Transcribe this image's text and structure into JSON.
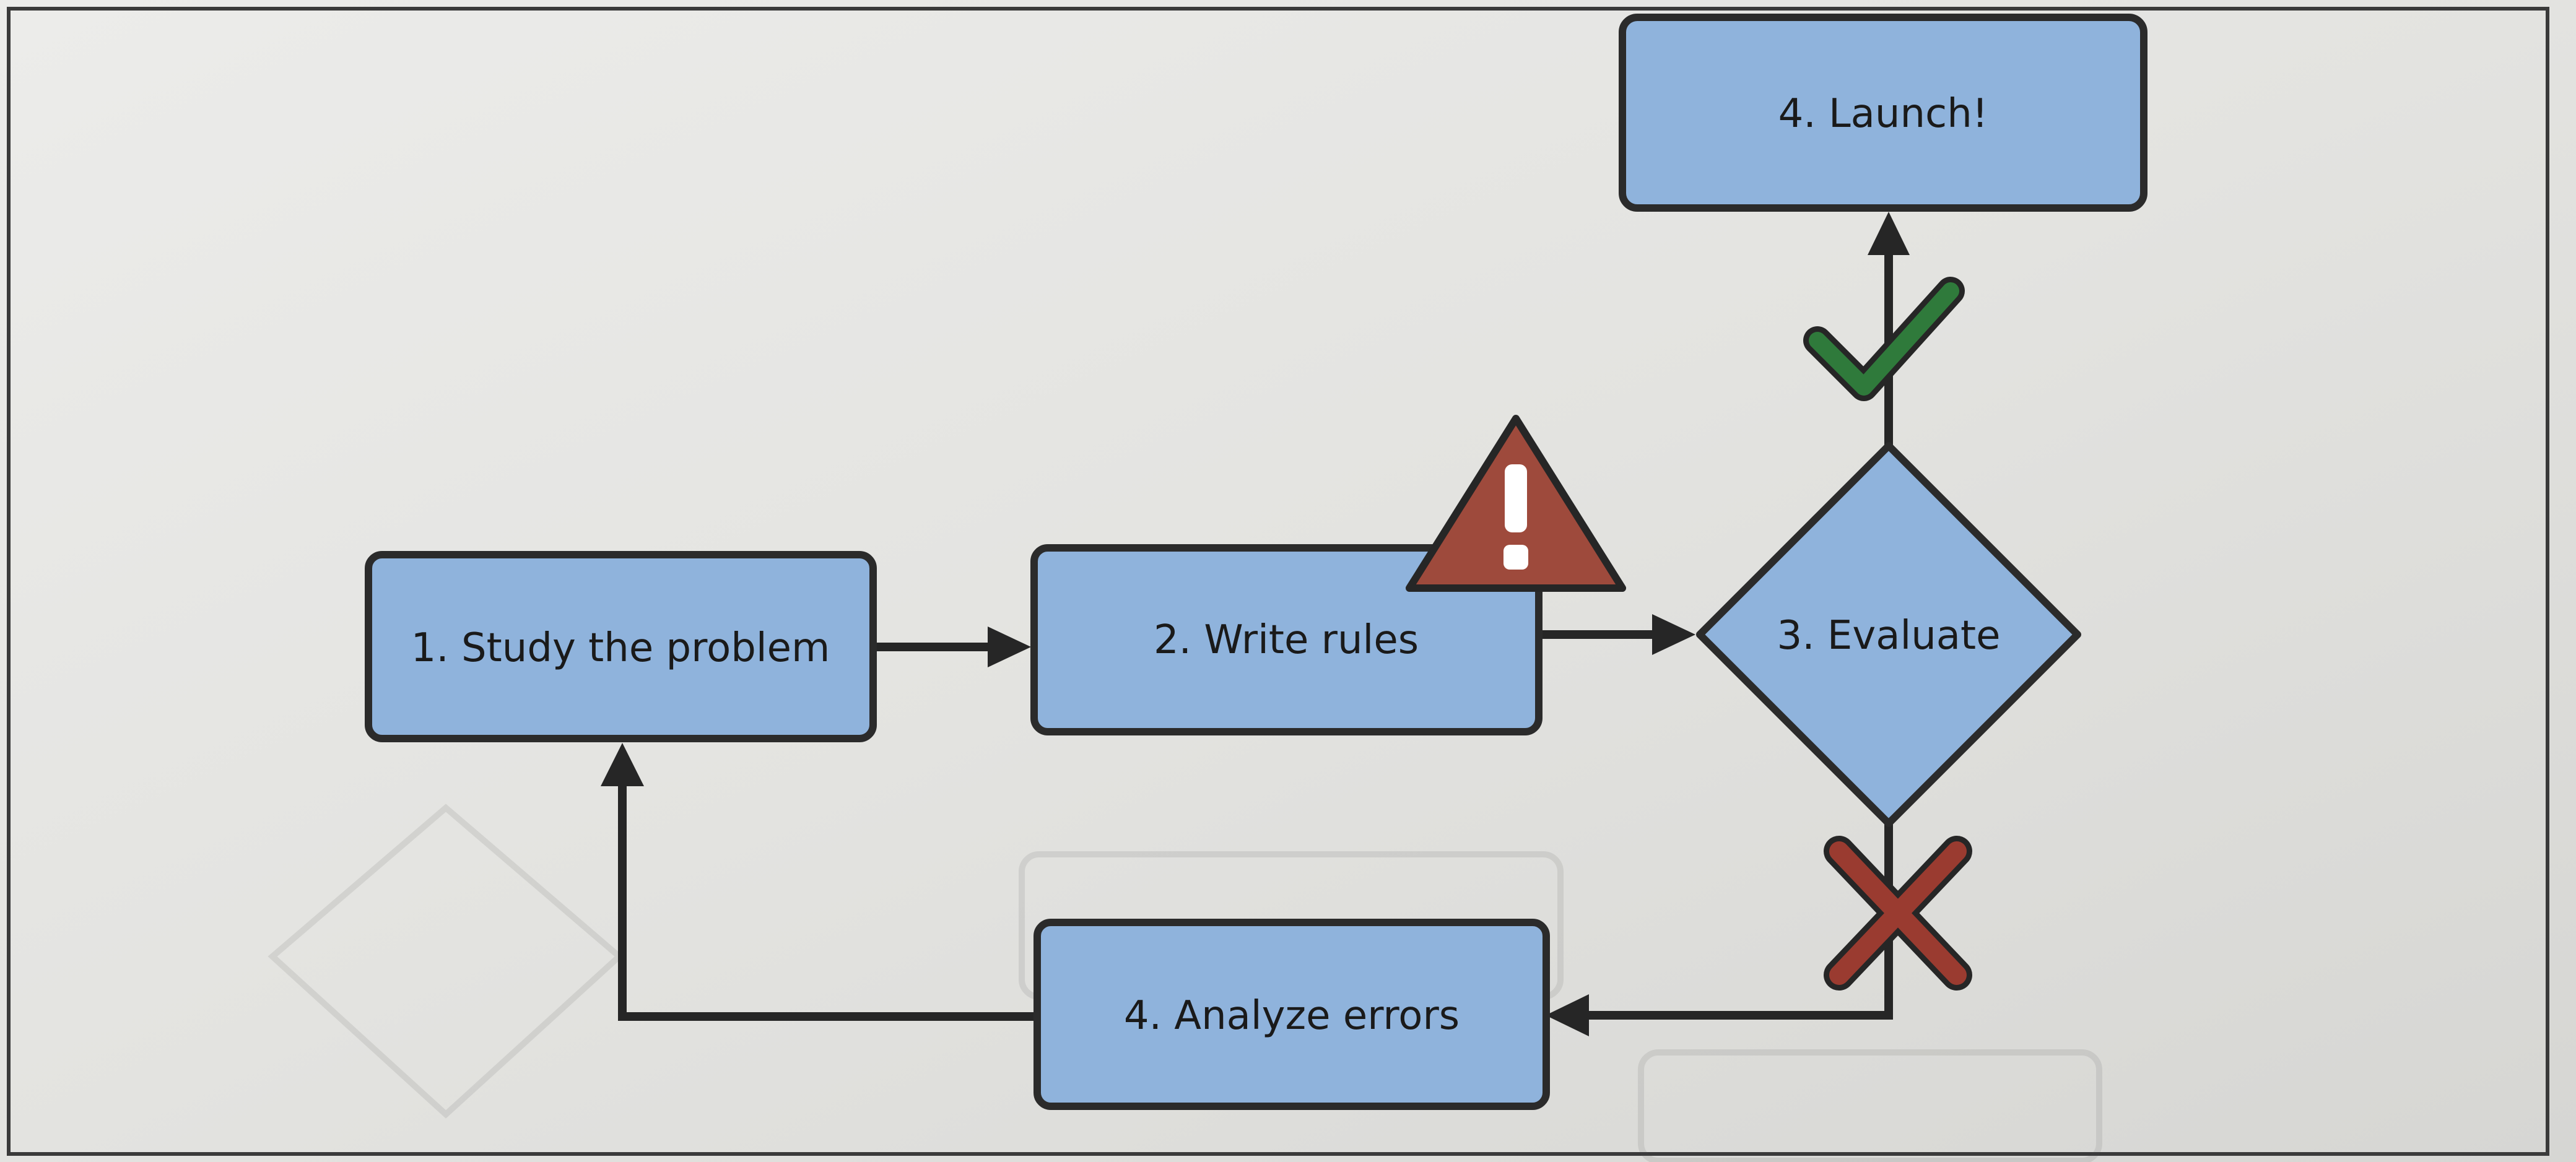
{
  "diagram": {
    "nodes": [
      {
        "id": "study",
        "label": "1. Study the problem"
      },
      {
        "id": "write",
        "label": "2. Write rules"
      },
      {
        "id": "evaluate",
        "label": "3. Evaluate"
      },
      {
        "id": "launch",
        "label": "4. Launch!"
      },
      {
        "id": "analyze",
        "label": "4. Analyze errors"
      }
    ],
    "edges": [
      {
        "from": "study",
        "to": "write"
      },
      {
        "from": "write",
        "to": "evaluate"
      },
      {
        "from": "evaluate",
        "to": "launch",
        "marker": "check-icon"
      },
      {
        "from": "evaluate",
        "to": "analyze",
        "marker": "cross-icon"
      },
      {
        "from": "analyze",
        "to": "study"
      }
    ],
    "annotations": [
      {
        "attached_to": "write",
        "icon": "warning-icon"
      }
    ],
    "colors": {
      "box_fill": "#8fb3dc",
      "box_stroke": "#2b2b2b",
      "arrow": "#262626",
      "warning_fill": "#9e4a3c",
      "check": "#2f7a3b",
      "cross": "#9a3b30",
      "paper": "#e6e6e3"
    }
  }
}
